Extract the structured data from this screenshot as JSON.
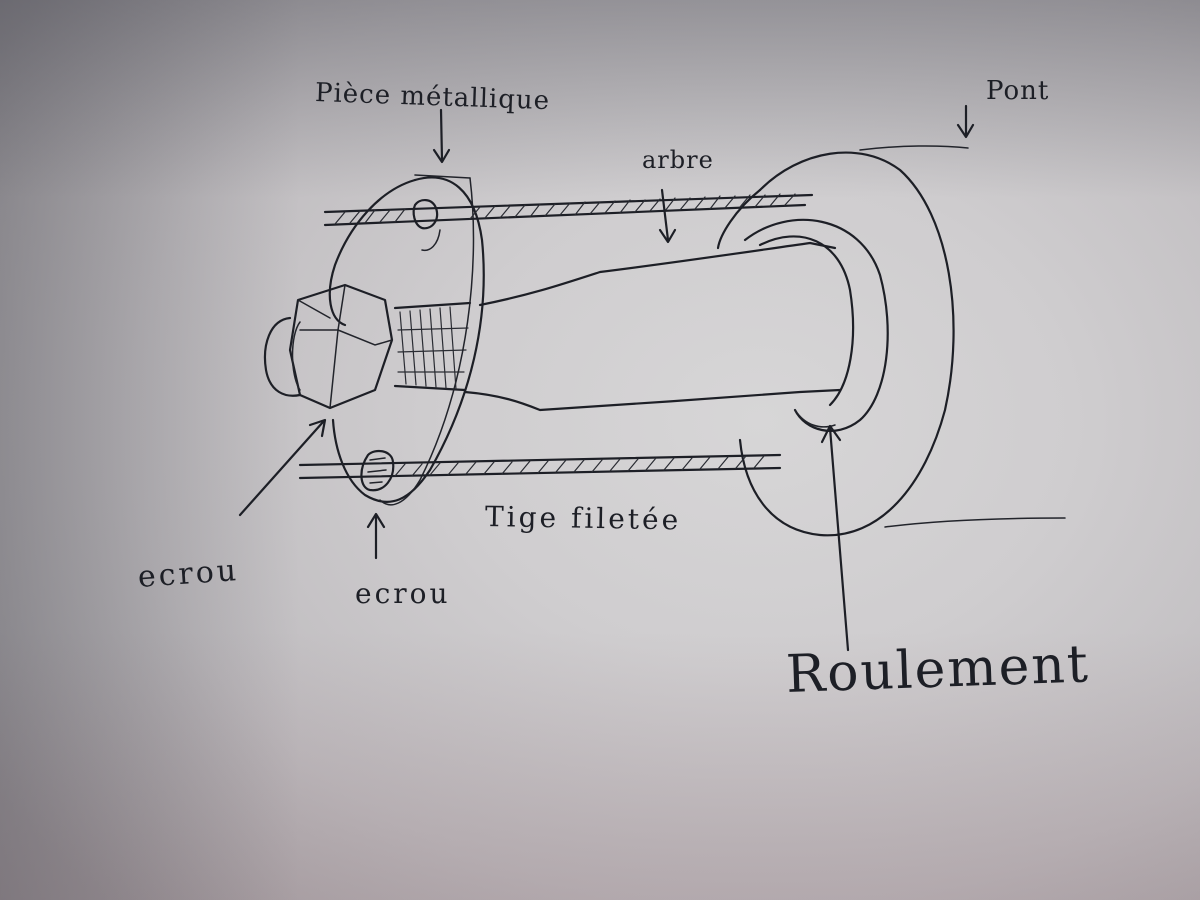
{
  "labels": {
    "piece_metallique": "Pièce métallique",
    "arbre": "arbre",
    "pont": "Pont",
    "tige_filetee": "Tige filetée",
    "ecrou_left": "ecrou",
    "ecrou_bottom": "ecrou",
    "roulement": "Roulement"
  },
  "colors": {
    "paper": "#d0cfd1",
    "ink": "#1d1f26"
  }
}
